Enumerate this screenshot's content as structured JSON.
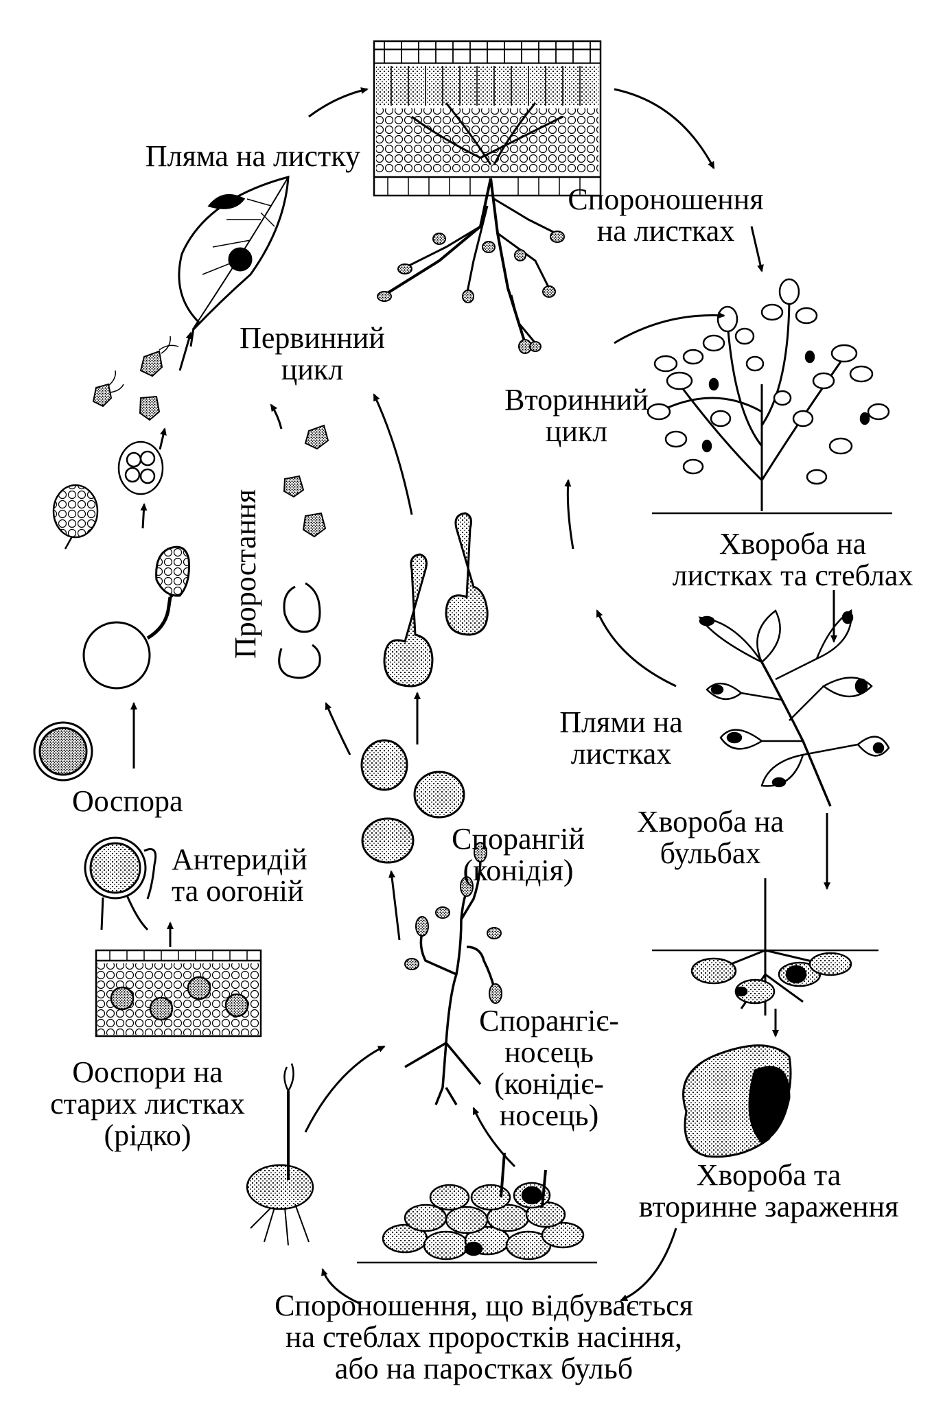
{
  "labels": {
    "leaf_spot": "Пляма на листку",
    "sporulation_leaves": [
      "Спороношення",
      "на листках"
    ],
    "primary_cycle": [
      "Первинний",
      "цикл"
    ],
    "secondary_cycle": [
      "Вторинний",
      "цикл"
    ],
    "germination": "Проростання",
    "disease_leaves_stems": [
      "Хвороба на",
      "листках та стеблах"
    ],
    "spots_on_leaves": [
      "Плями на",
      "листках"
    ],
    "disease_tubers": [
      "Хвороба на",
      "бульбах"
    ],
    "oospore": "Ооспора",
    "antheridium_oogonium": [
      "Антеридій",
      "та оогоній"
    ],
    "sporangium": [
      "Спорангій",
      "(конідія)"
    ],
    "sporangiophore": [
      "Спорангіє-",
      "носець",
      "(конідіє-",
      "носець)"
    ],
    "oospores_old_leaves": [
      "Ооспори на",
      "старих листках",
      "(рідко)"
    ],
    "disease_secondary_infection": [
      "Хвороба та",
      "вторинне зараження"
    ],
    "sporulation_stems": [
      "Спороношення, що відбувається",
      "на стеблах проростків насіння,",
      "або на паростках бульб"
    ]
  }
}
